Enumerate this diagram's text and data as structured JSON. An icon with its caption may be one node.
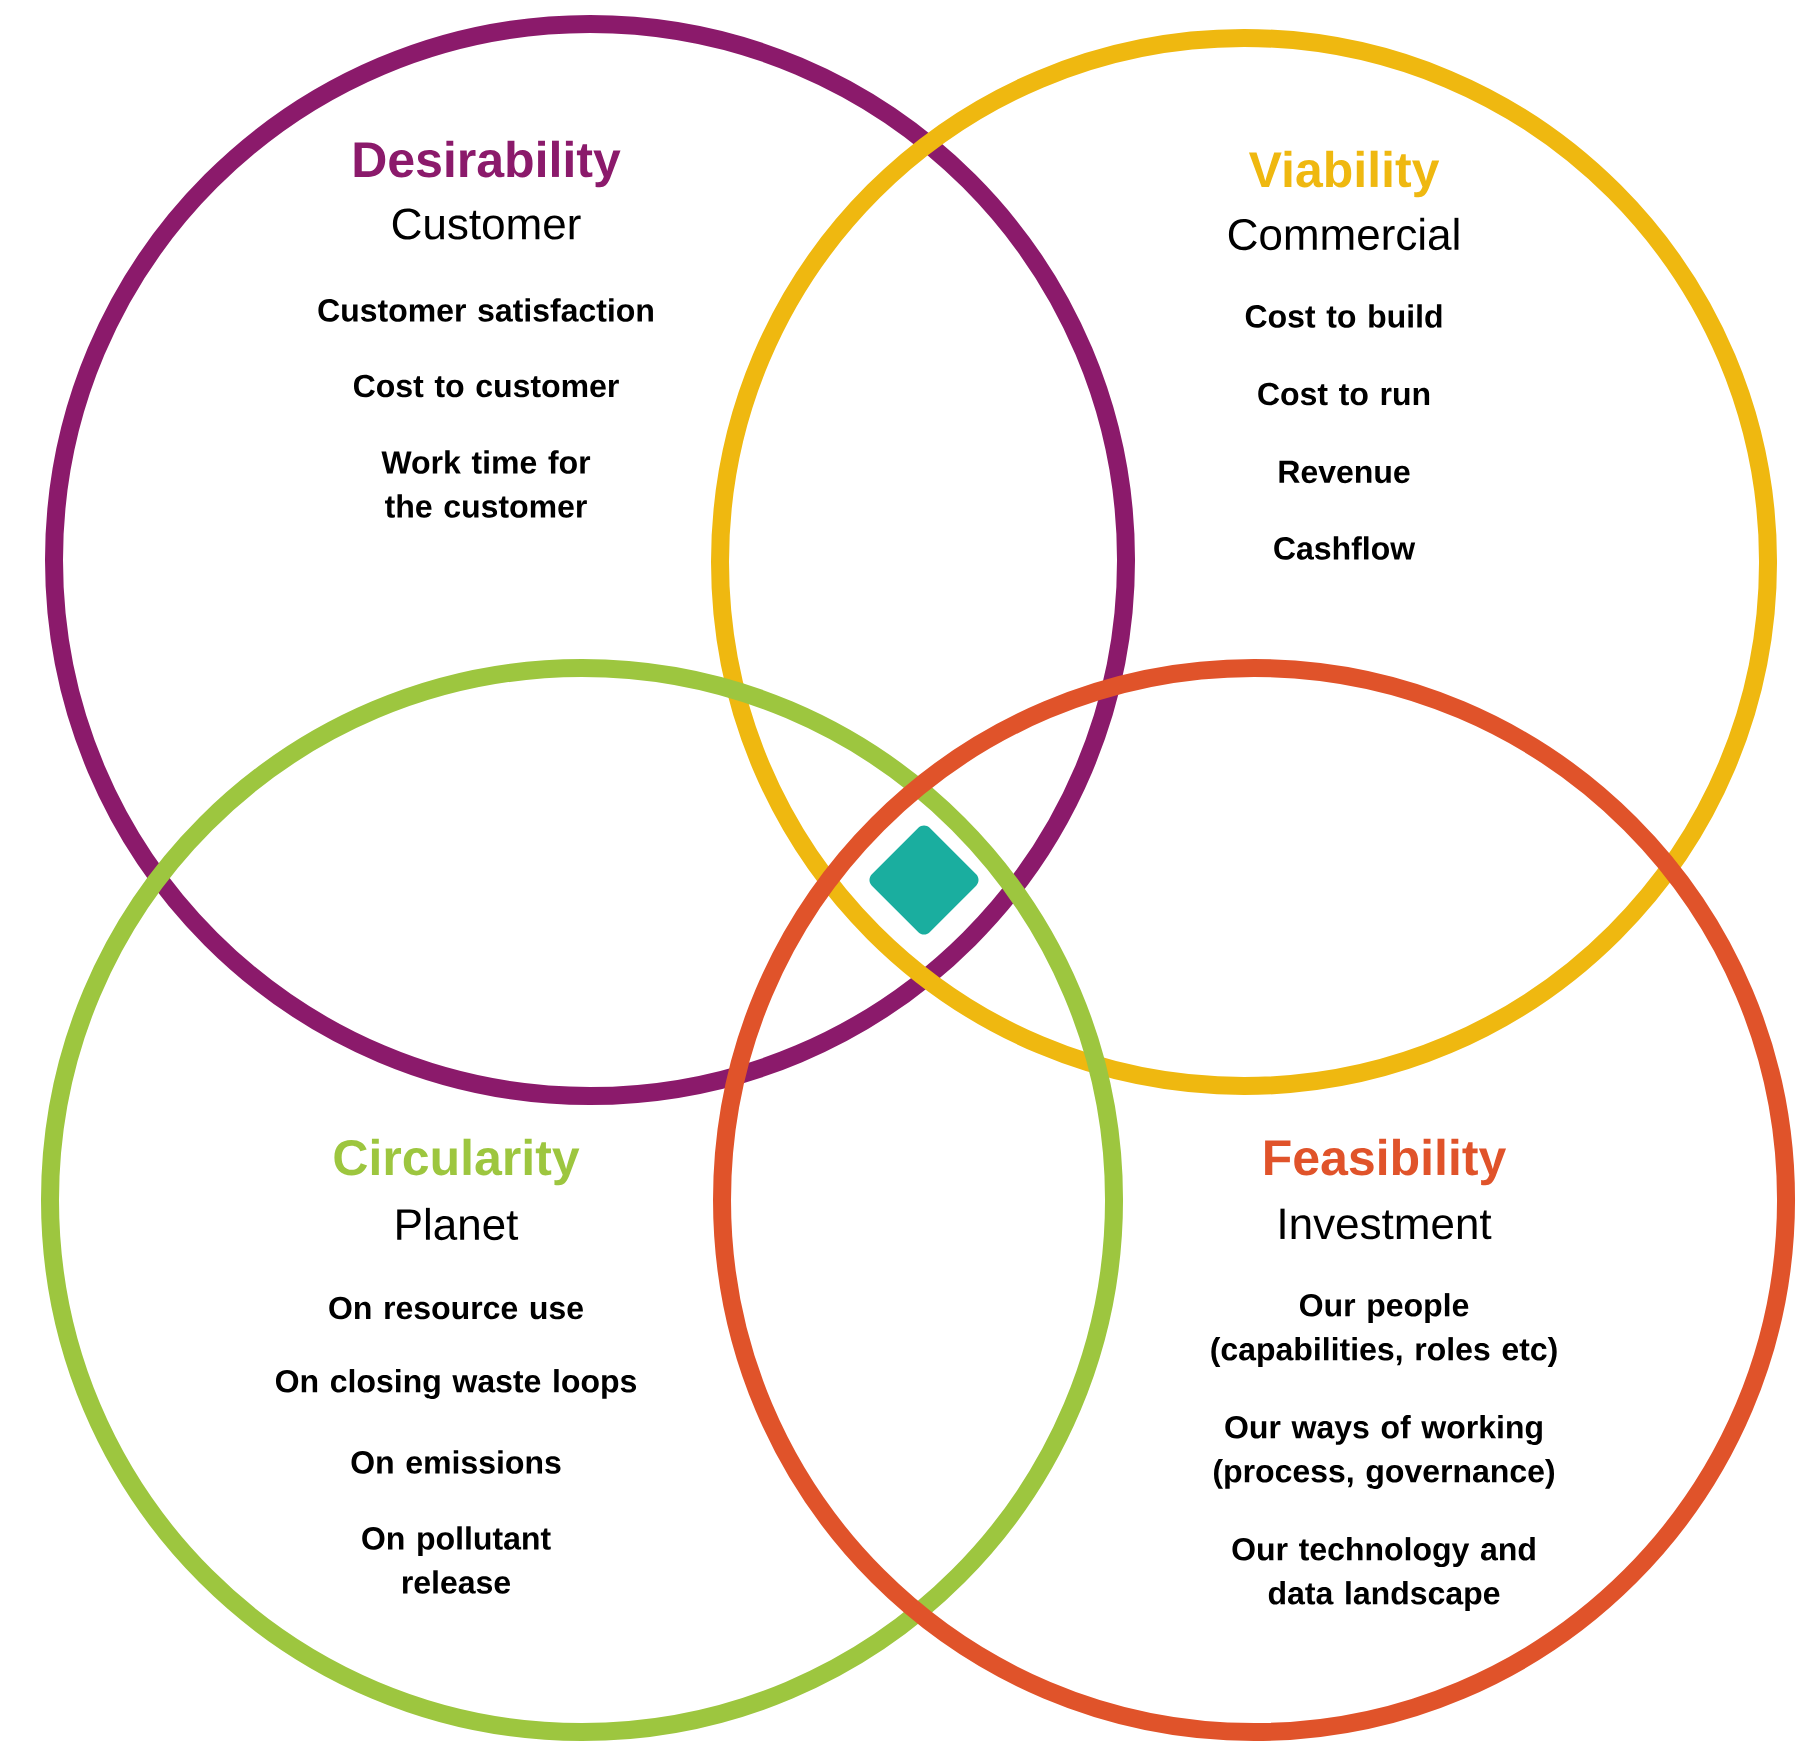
{
  "diagram": {
    "nodes": [
      {
        "text": [
          "Desirability",
          "Customer",
          "Customer satisfaction",
          "Cost to customer",
          "Work time for the customer"
        ]
      },
      {
        "text": [
          "Viability",
          "Commercial",
          "Cost to build",
          "Cost to run",
          "Revenue",
          "Cashflow"
        ]
      },
      {
        "text": [
          "Circularity",
          "Planet",
          "On resource use",
          "On closing waste loops",
          "On emissions",
          "On pollutant release"
        ]
      },
      {
        "text": [
          "Feasibility",
          "Investment",
          "Our people (capabilities, roles etc)",
          "Our ways of working (process, governance)",
          "Our technology and data landscape"
        ]
      },
      {
        "text": [],
        "shape": "diamond"
      }
    ]
  }
}
